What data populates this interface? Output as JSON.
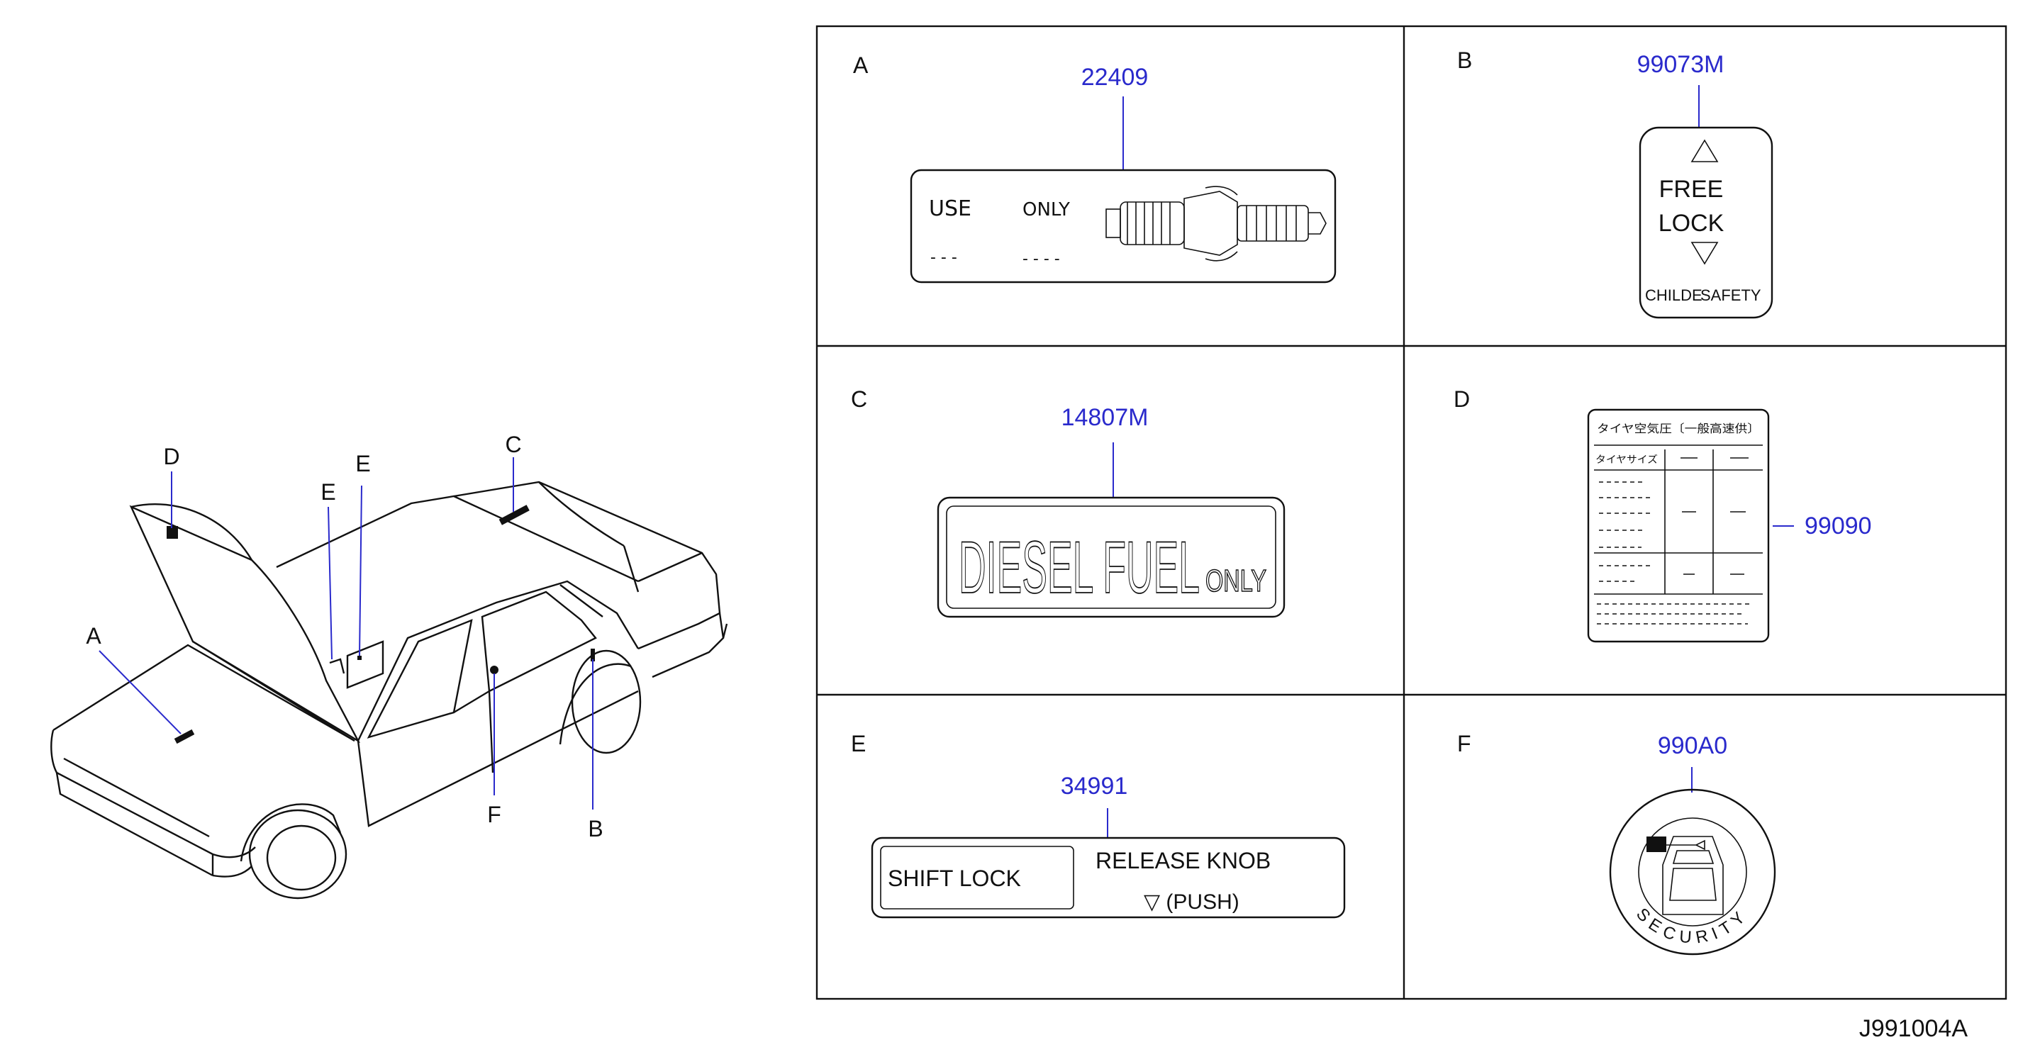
{
  "car_callouts": [
    "D",
    "E",
    "E",
    "C",
    "A",
    "F",
    "B"
  ],
  "panels": [
    {
      "letter": "A",
      "part": "22409",
      "label": {
        "use": "USE",
        "only": "ONLY",
        "dash1": "- - -",
        "dash2": "- - - -"
      }
    },
    {
      "letter": "B",
      "part": "99073M",
      "label": {
        "free": "FREE",
        "lock": "LOCK",
        "childe": "CHILDE",
        "safety": "SAFETY"
      }
    },
    {
      "letter": "C",
      "part": "14807M",
      "label": {
        "main": "DIESEL FUEL",
        "only": "ONLY"
      }
    },
    {
      "letter": "D",
      "part": "99090",
      "label": {
        "title": "タイヤ空気圧〔一般高速供〕",
        "row_head": "タイヤサイズ"
      }
    },
    {
      "letter": "E",
      "part": "34991",
      "label": {
        "shift_lock": "SHIFT   LOCK",
        "release_knob": "RELEASE   KNOB",
        "push": "▽ (PUSH)"
      }
    },
    {
      "letter": "F",
      "part": "990A0",
      "label": {
        "ring": "SECURITY"
      }
    }
  ],
  "figure_id": "J991004A"
}
